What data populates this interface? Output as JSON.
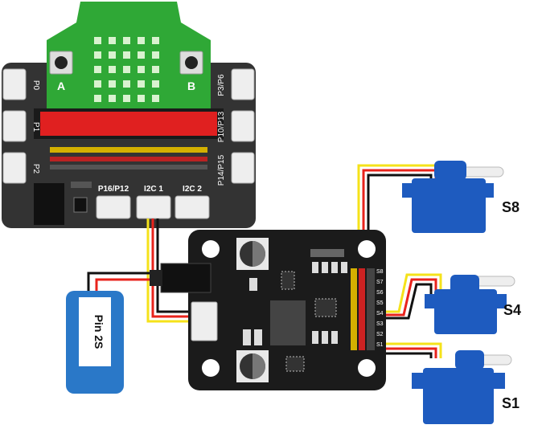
{
  "board": {
    "button_a_label": "A",
    "button_b_label": "B",
    "ports": {
      "p0": "P0",
      "p1": "P1",
      "p2": "P2",
      "p3p6": "P3/P6",
      "p10p13": "P10/P13",
      "p14p15": "P14/P15",
      "p16p12": "P16/P12",
      "i2c1": "I2C 1",
      "i2c2": "I2C 2"
    }
  },
  "servo_driver": {
    "channels": [
      "S8",
      "S7",
      "S6",
      "S5",
      "S4",
      "S3",
      "S2",
      "S1"
    ]
  },
  "battery": {
    "label": "Pin 2S"
  },
  "servos": [
    {
      "label": "S8"
    },
    {
      "label": "S4"
    },
    {
      "label": "S1"
    }
  ],
  "colors": {
    "board_body": "#2e2e2e",
    "microbit_green": "#2fa836",
    "led_red": "#e02020",
    "servo_blue": "#1e5bbf",
    "battery_blue": "#2a78c8",
    "wire_yellow": "#f5e21a",
    "wire_red": "#e8231c",
    "wire_black": "#111111"
  }
}
